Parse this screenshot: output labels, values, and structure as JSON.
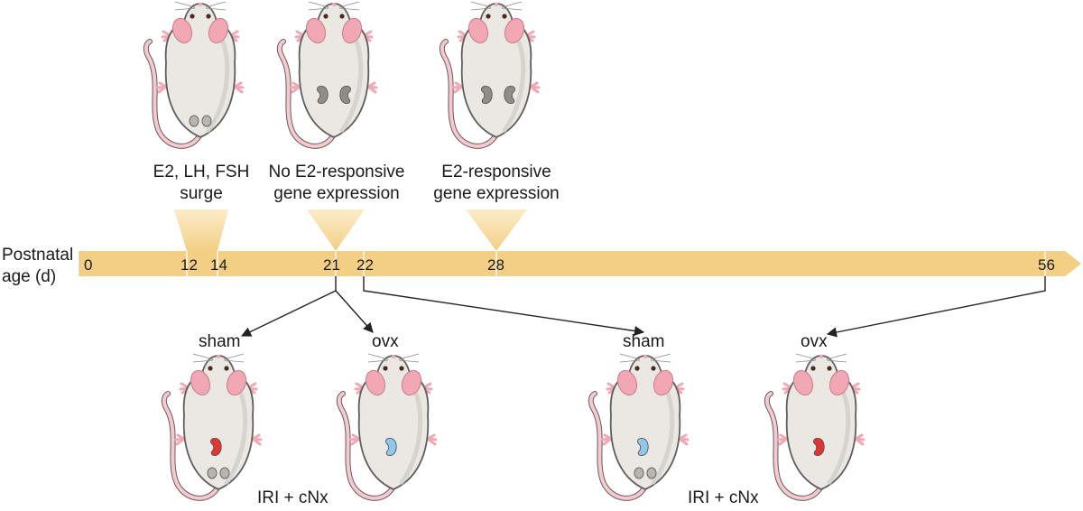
{
  "axis": {
    "label_line1": "Postnatal",
    "label_line2": "age (d)",
    "ticks": [
      "0",
      "12",
      "14",
      "21",
      "22",
      "28",
      "56"
    ]
  },
  "top_annotations": {
    "surge": {
      "line1": "E2, LH, FSH",
      "line2": "surge"
    },
    "no_response": {
      "line1": "No E2-responsive",
      "line2": "gene expression"
    },
    "response": {
      "line1": "E2-responsive",
      "line2": "gene expression"
    }
  },
  "bottom_groups": [
    {
      "left": "sham",
      "right": "ovx",
      "procedure": "IRI + cNx"
    },
    {
      "left": "sham",
      "right": "ovx",
      "procedure": "IRI + cNx"
    }
  ],
  "colors": {
    "timeline": "#f3cf86",
    "timeline_gradient_end": "#fbecc8",
    "mouse_body": "#ebe8e4",
    "mouse_outline": "#5f5f5f",
    "ear_pink": "#f2a7b4",
    "tail_pink": "#f9c8cf",
    "ovary_gray": "#b9b4ad",
    "kidney_gray": "#8f8c89",
    "kidney_red": "#e03530",
    "kidney_blue": "#8fc8ec"
  },
  "icons": {
    "mouse": "mouse-icon",
    "kidney": "kidney-icon",
    "ovary": "ovary-icon",
    "arrow": "arrow-icon"
  }
}
